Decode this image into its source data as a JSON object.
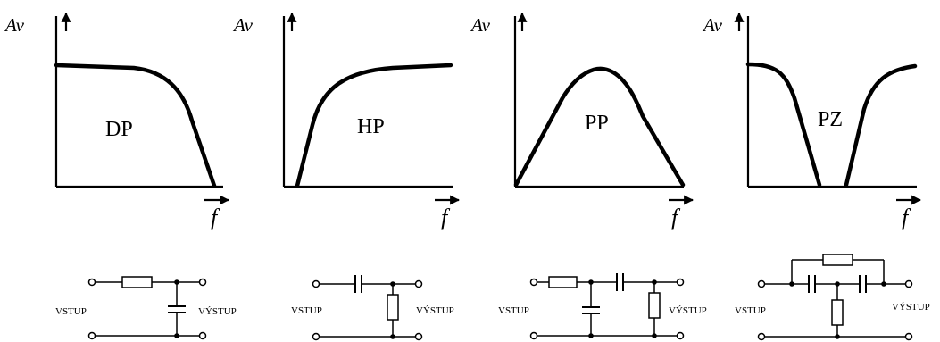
{
  "panels": [
    {
      "filter_label": "DP",
      "y_axis_label": "Av",
      "x_axis_label": "f",
      "input_label": "VSTUP",
      "output_label": "VÝSTUP"
    },
    {
      "filter_label": "HP",
      "y_axis_label": "Av",
      "x_axis_label": "f",
      "input_label": "VSTUP",
      "output_label": "VÝSTUP"
    },
    {
      "filter_label": "PP",
      "y_axis_label": "Av",
      "x_axis_label": "f",
      "input_label": "VSTUP",
      "output_label": "VÝSTUP"
    },
    {
      "filter_label": "PZ",
      "y_axis_label": "Av",
      "x_axis_label": "f",
      "input_label": "VSTUP",
      "output_label": "VÝSTUP"
    }
  ]
}
